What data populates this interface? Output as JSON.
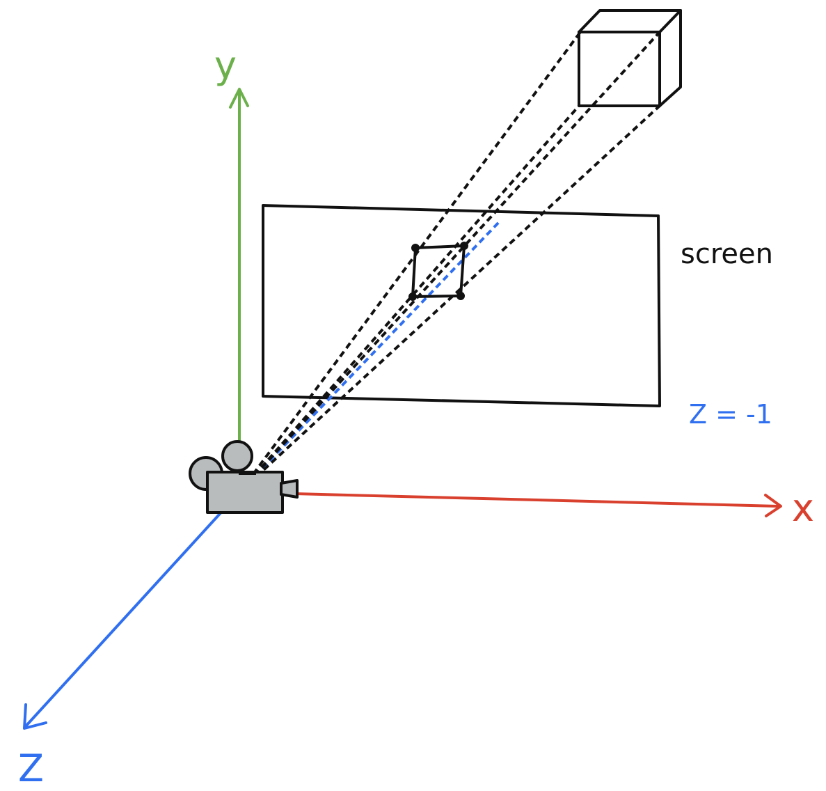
{
  "axes": {
    "x": {
      "label": "x",
      "color": "#d9402e"
    },
    "y": {
      "label": "y",
      "color": "#6bb04a"
    },
    "z": {
      "label": "Z",
      "color": "#2f6ff0"
    }
  },
  "screen": {
    "label": "screen",
    "plane_label": "Z = -1",
    "plane_label_color": "#2f6ff0"
  },
  "colors": {
    "ink": "#111111",
    "camera_fill": "#b9bcbd",
    "center_ray": "#2f6ff0"
  },
  "icons": {
    "camera": "movie-camera-icon",
    "cube": "cube-icon"
  }
}
